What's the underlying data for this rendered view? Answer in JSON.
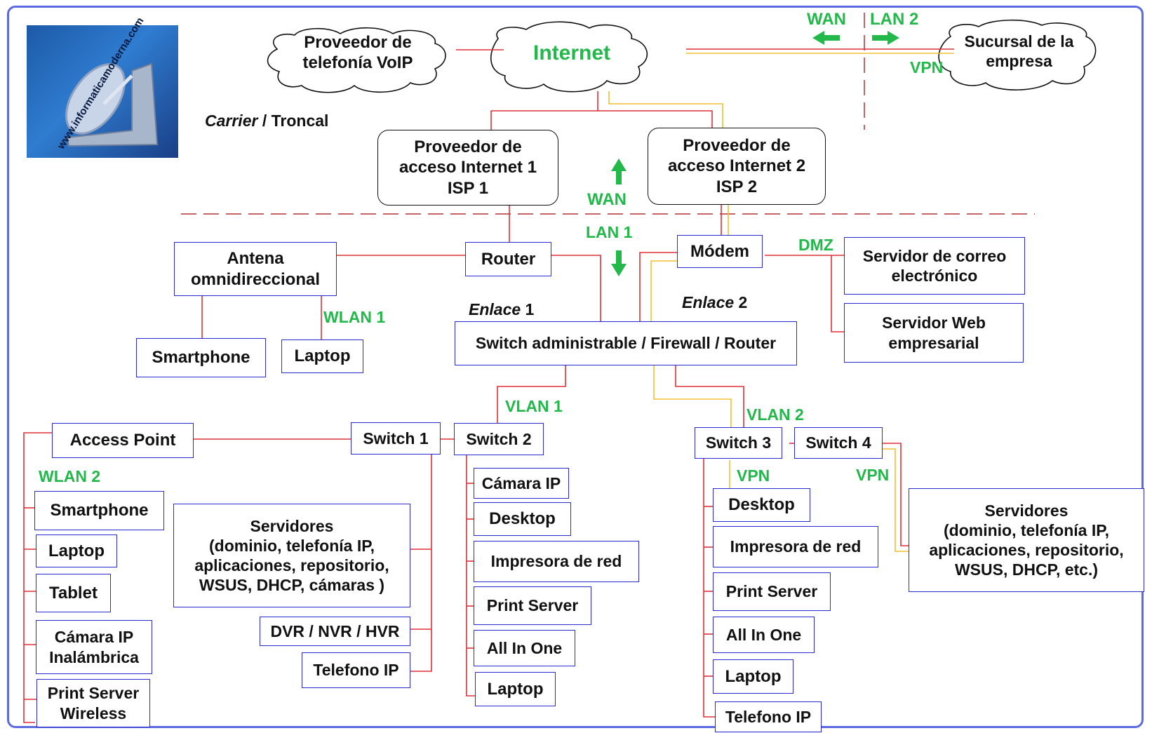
{
  "logo": {
    "text": "www.informaticamoderna.com"
  },
  "clouds": {
    "voip": "Proveedor de\ntelefonía VoIP",
    "internet": "Internet",
    "branch": "Sucursal de la\nempresa"
  },
  "labels": {
    "carrier": "Carrier",
    "troncal": " / Troncal",
    "wan_top": "WAN",
    "lan2": "LAN 2",
    "vpn_top": "VPN",
    "wan_mid": "WAN",
    "lan1": "LAN 1",
    "dmz": "DMZ",
    "enlace_word": "Enlace",
    "enlace1_num": " 1",
    "enlace2_num": " 2",
    "wlan1": "WLAN 1",
    "wlan2": "WLAN 2",
    "vlan1": "VLAN 1",
    "vlan2": "VLAN 2",
    "vpn_sw3": "VPN",
    "vpn_sw4": "VPN"
  },
  "nodes": {
    "isp1": "Proveedor de\nacceso Internet 1\nISP 1",
    "isp2": "Proveedor de\nacceso Internet 2\nISP 2",
    "antenna": "Antena\nomnidireccional",
    "router": "Router",
    "modem": "Módem",
    "mail_server": "Servidor de correo\nelectrónico",
    "web_server": "Servidor Web\nempresarial",
    "smartphone_top": "Smartphone",
    "laptop_top": "Laptop",
    "core_switch": "Switch administrable / Firewall / Router",
    "access_point": "Access Point",
    "switch1": "Switch 1",
    "switch2": "Switch 2",
    "switch3": "Switch 3",
    "switch4": "Switch 4",
    "ap_smartphone": "Smartphone",
    "ap_laptop": "Laptop",
    "ap_tablet": "Tablet",
    "ap_camera": "Cámara IP\nInalámbrica",
    "ap_printserver": "Print Server\nWireless",
    "s1_servers": "Servidores\n(dominio, telefonía IP,\naplicaciones, repositorio,\nWSUS, DHCP, cámaras )",
    "s1_dvr": "DVR / NVR / HVR",
    "s1_phone": "Telefono IP",
    "s2_camera": "Cámara IP",
    "s2_desktop": "Desktop",
    "s2_printer": "Impresora de red",
    "s2_printserver": "Print Server",
    "s2_allinone": "All In One",
    "s2_laptop": "Laptop",
    "s3_desktop": "Desktop",
    "s3_printer": "Impresora de red",
    "s3_printserver": "Print Server",
    "s3_allinone": "All In One",
    "s3_laptop": "Laptop",
    "s3_phone": "Telefono IP",
    "s4_servers": "Servidores\n(dominio, telefonía IP,\naplicaciones, repositorio,\nWSUS, DHCP, etc.)"
  },
  "colors": {
    "link_red": "#e0303a",
    "link_yellow": "#f0c030",
    "box_border": "#2a2ad0",
    "label_green": "#22b84a",
    "frame": "#5b6ae0",
    "dash_red": "#b03030"
  }
}
